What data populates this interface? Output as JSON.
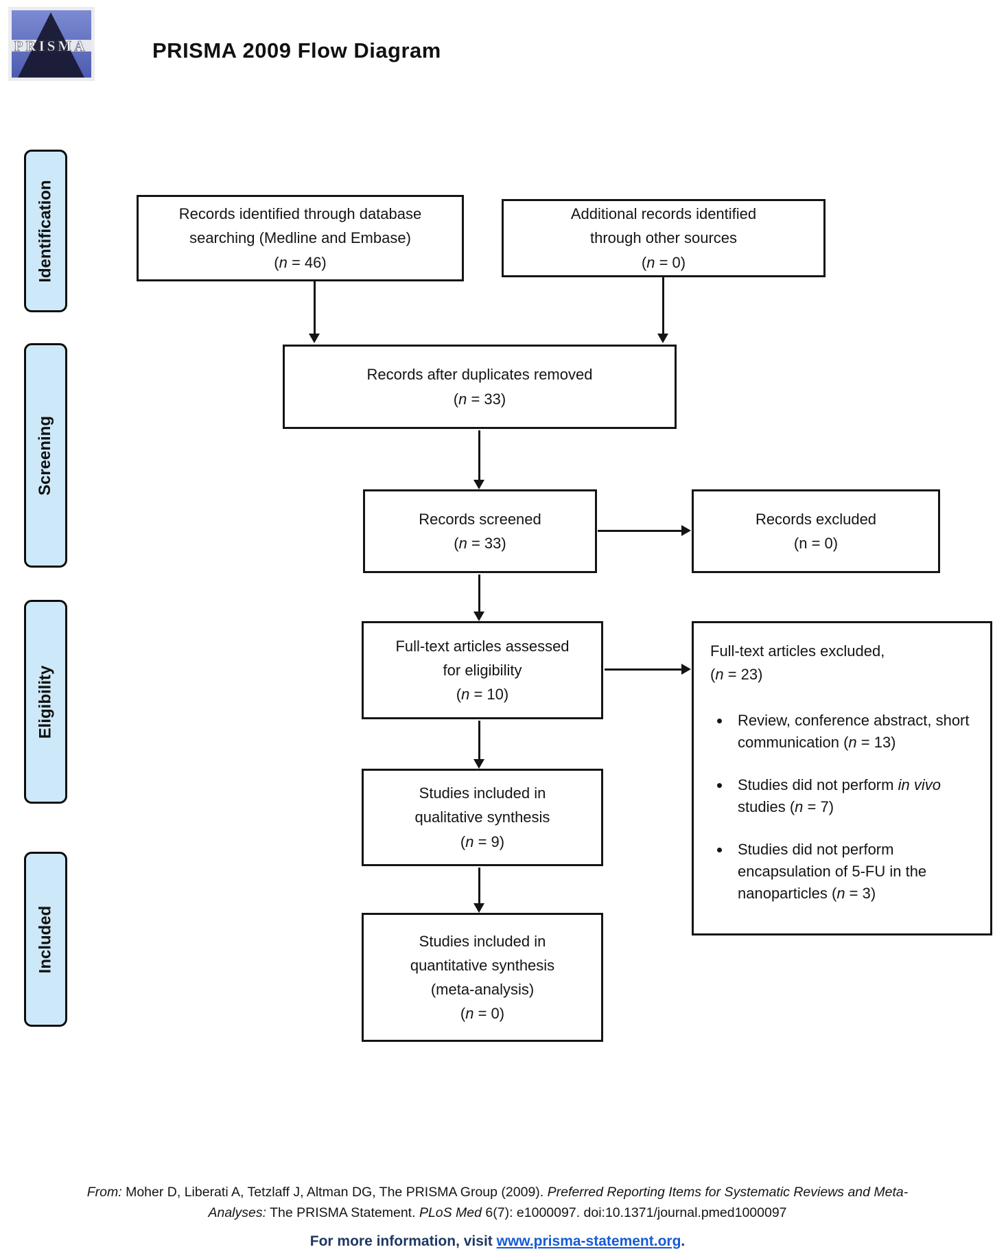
{
  "header": {
    "title": "PRISMA 2009 Flow Diagram",
    "logo_text": "PRISMA"
  },
  "sidebar": {
    "labels": [
      {
        "id": "identification",
        "label": "Identification"
      },
      {
        "id": "screening",
        "label": "Screening"
      },
      {
        "id": "eligibility",
        "label": "Eligibility"
      },
      {
        "id": "included",
        "label": "Included"
      }
    ]
  },
  "flow": {
    "identified_db": {
      "lines": [
        [
          {
            "t": "Records identified through database"
          }
        ],
        [
          {
            "t": "searching (Medline and Embase)"
          }
        ],
        [
          {
            "t": "("
          },
          {
            "t": "n",
            "i": true
          },
          {
            "t": " = 46)"
          }
        ]
      ]
    },
    "additional_records": {
      "lines": [
        [
          {
            "t": "Additional records identified"
          }
        ],
        [
          {
            "t": "through other sources"
          }
        ],
        [
          {
            "t": "("
          },
          {
            "t": "n",
            "i": true
          },
          {
            "t": " = 0)"
          }
        ]
      ]
    },
    "after_duplicates": {
      "lines": [
        [
          {
            "t": "Records after duplicates removed"
          }
        ],
        [
          {
            "t": "("
          },
          {
            "t": "n",
            "i": true
          },
          {
            "t": " = 33)"
          }
        ]
      ]
    },
    "screened": {
      "lines": [
        [
          {
            "t": "Records screened"
          }
        ],
        [
          {
            "t": "("
          },
          {
            "t": "n",
            "i": true
          },
          {
            "t": " = 33)"
          }
        ]
      ]
    },
    "records_excluded": {
      "lines": [
        [
          {
            "t": "Records excluded"
          }
        ],
        [
          {
            "t": "(n = 0)"
          }
        ]
      ]
    },
    "fulltext_assessed": {
      "lines": [
        [
          {
            "t": "Full-text articles assessed"
          }
        ],
        [
          {
            "t": "for eligibility"
          }
        ],
        [
          {
            "t": "("
          },
          {
            "t": "n",
            "i": true
          },
          {
            "t": " = 10)"
          }
        ]
      ]
    },
    "fulltext_excluded": {
      "intro_lines": [
        [
          {
            "t": "Full-text articles excluded,"
          }
        ],
        [
          {
            "t": "("
          },
          {
            "t": "n",
            "i": true
          },
          {
            "t": " = 23)"
          }
        ]
      ],
      "bullets": [
        [
          {
            "t": "Review, conference abstract, short communication ("
          },
          {
            "t": "n",
            "i": true
          },
          {
            "t": " = 13)"
          }
        ],
        [
          {
            "t": "Studies did not perform "
          },
          {
            "t": "in vivo",
            "i": true
          },
          {
            "t": " studies ("
          },
          {
            "t": "n",
            "i": true
          },
          {
            "t": " = 7)"
          }
        ],
        [
          {
            "t": "Studies did not perform encapsulation of 5-FU in the nanoparticles ("
          },
          {
            "t": "n",
            "i": true
          },
          {
            "t": " = 3)"
          }
        ]
      ]
    },
    "qualitative": {
      "lines": [
        [
          {
            "t": "Studies included in"
          }
        ],
        [
          {
            "t": "qualitative synthesis"
          }
        ],
        [
          {
            "t": "("
          },
          {
            "t": "n",
            "i": true
          },
          {
            "t": " = 9)"
          }
        ]
      ]
    },
    "quantitative": {
      "lines": [
        [
          {
            "t": "Studies included in"
          }
        ],
        [
          {
            "t": "quantitative synthesis"
          }
        ],
        [
          {
            "t": "(meta-analysis)"
          }
        ],
        [
          {
            "t": "("
          },
          {
            "t": "n",
            "i": true
          },
          {
            "t": " = 0)"
          }
        ]
      ]
    }
  },
  "footer": {
    "citation_line1": [
      [
        {
          "t": "From:",
          "i": true
        },
        {
          "t": "  Moher D, Liberati A, Tetzlaff J, Altman DG, The PRISMA Group (2009). "
        },
        {
          "t": "Preferred Reporting Items for Systematic Reviews and Meta-",
          "i": true
        }
      ]
    ],
    "citation_line2": [
      [
        {
          "t": "Analyses:",
          "i": true
        },
        {
          "t": " The PRISMA Statement. "
        },
        {
          "t": "PLoS Med",
          "i": true
        },
        {
          "t": " 6(7): e1000097. doi:10.1371/journal.pmed1000097"
        }
      ]
    ],
    "info_prefix": "For more information, visit ",
    "link_text": "www.prisma-statement.org",
    "info_suffix": "."
  }
}
